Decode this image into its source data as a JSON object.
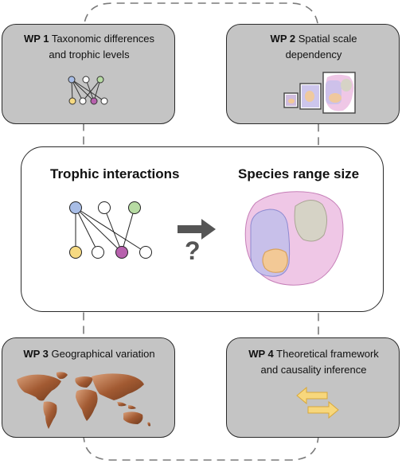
{
  "central": {
    "left_label": "Trophic interactions",
    "right_label": "Species range size",
    "question_mark": "?"
  },
  "work_packages": [
    {
      "id": "WP 1",
      "line1": "Taxonomic differences",
      "line2": "and trophic levels"
    },
    {
      "id": "WP 2",
      "line1": "Spatial scale",
      "line2": "dependency"
    },
    {
      "id": "WP 3",
      "line1": "Geographical variation",
      "line2": ""
    },
    {
      "id": "WP 4",
      "line1": "Theoretical framework",
      "line2": "and causality inference"
    }
  ],
  "colors": {
    "box_fill": "#c4c4c4",
    "node_blue": "#a8bde6",
    "node_green": "#b7dba3",
    "node_yellow": "#f6da82",
    "node_purple": "#b761ad",
    "range_pink": "#efc7e6",
    "range_lavender": "#c8c0ea",
    "range_grey": "#d6d3c6",
    "range_peach": "#f3c996",
    "arrow_yellow": "#f7d77c"
  }
}
